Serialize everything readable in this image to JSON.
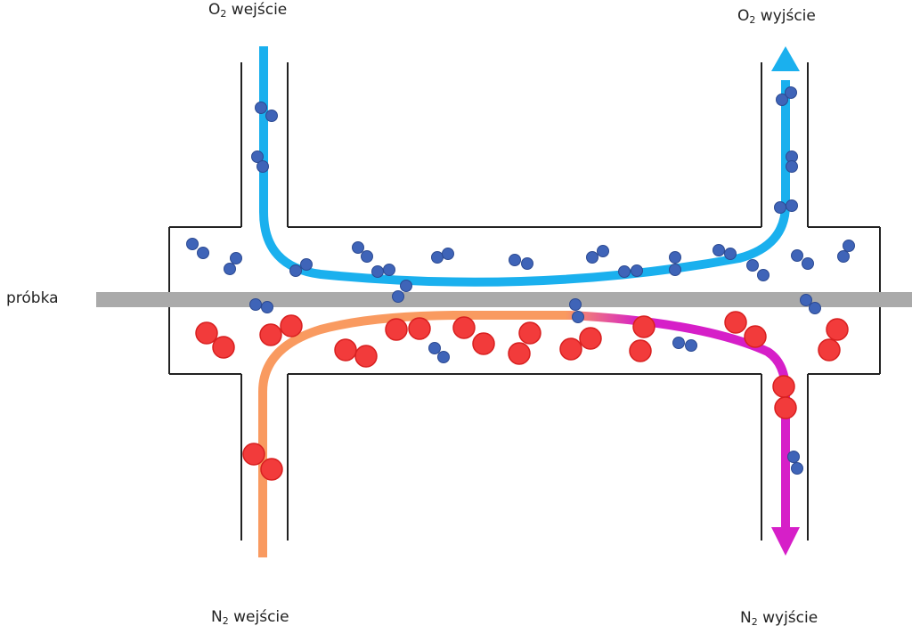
{
  "labels": {
    "o2_in": {
      "base": "O",
      "sub": "2",
      "rest": " wejście"
    },
    "o2_out": {
      "base": "O",
      "sub": "2",
      "rest": " wyjście"
    },
    "n2_in": {
      "base": "N",
      "sub": "2",
      "rest": " wejście"
    },
    "n2_out": {
      "base": "N",
      "sub": "2",
      "rest": " wyjście"
    },
    "sample": "próbka"
  },
  "colors": {
    "o2_flow": "#1ab0ee",
    "n2_flow_in": "#f99a60",
    "n2_flow_out": "#d61fc8",
    "membrane": "#aaaaaa",
    "o2_molecule": "#3f64b8",
    "o2_molecule_edge": "#2c4a92",
    "n2_molecule": "#f23b3b",
    "n2_molecule_edge": "#d82020",
    "chamber_outline": "#222222"
  },
  "legend_icons": [
    "o2-molecule-icon",
    "n2-molecule-icon",
    "flow-arrow-icon"
  ]
}
